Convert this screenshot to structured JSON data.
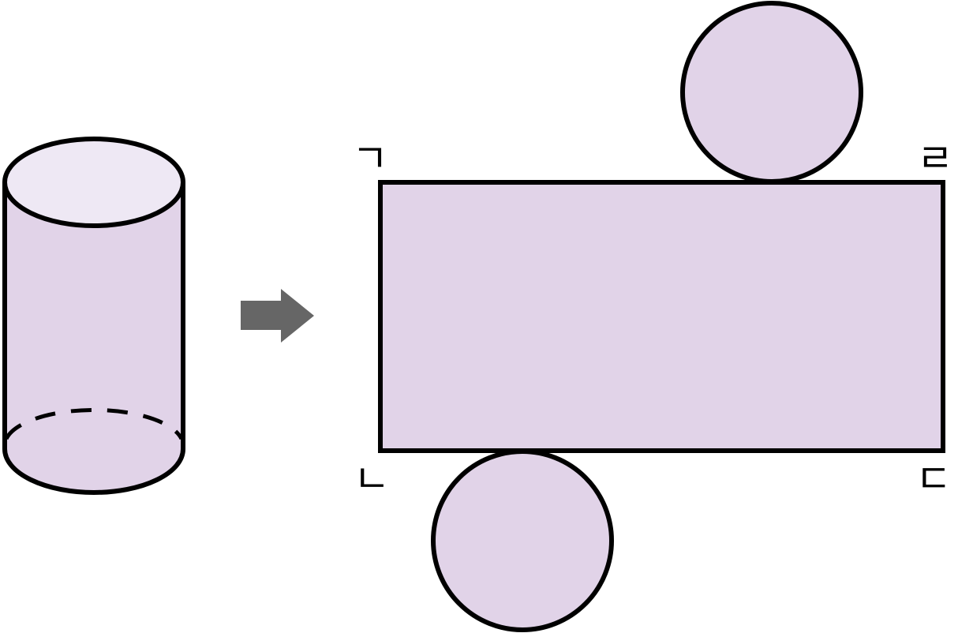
{
  "colors": {
    "fill": "#e1d3e8",
    "top_face": "#eee8f4",
    "stroke": "#000000",
    "arrow": "#666666"
  },
  "vertex_labels": {
    "top_left": "ㄱ",
    "bottom_left": "ㄴ",
    "bottom_right": "ㄷ",
    "top_right": "ㄹ"
  }
}
